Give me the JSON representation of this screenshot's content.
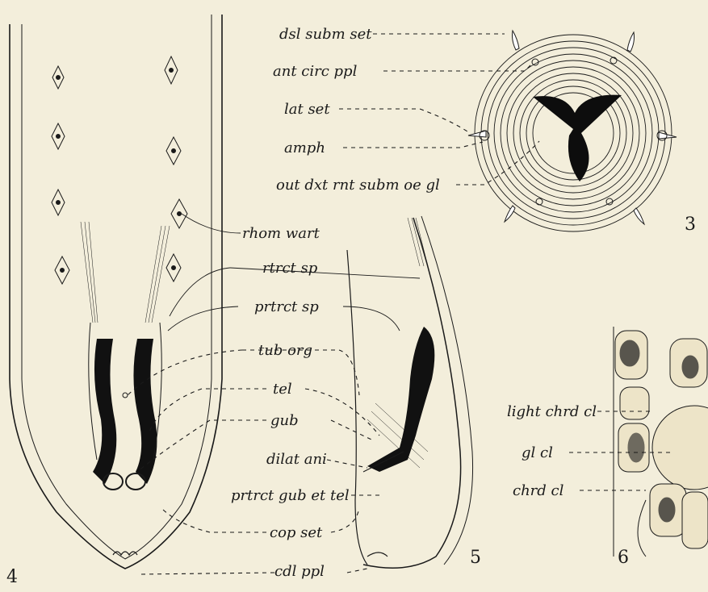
{
  "figure_numbers": {
    "fig3": "3",
    "fig4": "4",
    "fig5": "5",
    "fig6": "6"
  },
  "labels": {
    "dsl_subm_set": "dsl subm set",
    "ant_circ_ppl": "ant circ ppl",
    "lat_set": "lat set",
    "amph": "amph",
    "out_dxt_rnt_subm_oe_gl": "out dxt rnt subm oe gl",
    "rhom_wart": "rhom wart",
    "rtrct_sp": "rtrct sp",
    "prtrct_sp": "prtrct sp",
    "tub_org": "tub org",
    "tel": "tel",
    "gub": "gub",
    "dilat_ani": "dilat ani",
    "prtrct_gub_et_tel": "prtrct gub et tel",
    "cop_set": "cop set",
    "cdl_ppl": "cdl ppl",
    "light_chrd_cl": "light chrd cl",
    "gl_cl": "gl cl",
    "chrd_cl": "chrd cl"
  },
  "colors": {
    "paper": "#f3eedb",
    "ink": "#1a1a1a",
    "cell_fill": "#ede4c8"
  }
}
